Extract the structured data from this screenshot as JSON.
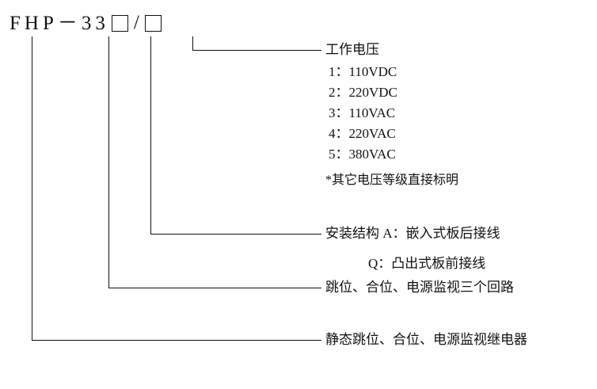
{
  "model": {
    "prefix": "FHP－33",
    "slash": "/",
    "box_placeholder": ""
  },
  "sections": {
    "voltage": {
      "title": "工作电压",
      "options": [
        "1：110VDC",
        "2：220VDC",
        "3：110VAC",
        "4：220VAC",
        "5：380VAC"
      ],
      "note": "*其它电压等级直接标明"
    },
    "mounting": {
      "title": "安装结构 A：嵌入式板后接线",
      "subtitle": "Q：凸出式板前接线"
    },
    "circuits": {
      "title": "跳位、合位、电源监视三个回路"
    },
    "device": {
      "title": "静态跳位、合位、电源监视继电器"
    }
  },
  "colors": {
    "line": "#111111",
    "text": "#111111",
    "background": "#ffffff"
  }
}
